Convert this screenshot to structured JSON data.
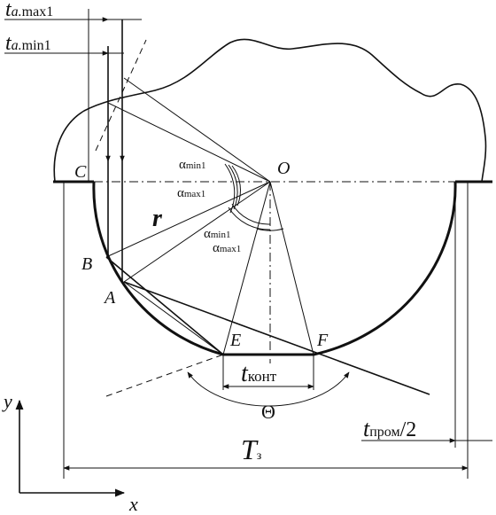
{
  "labels": {
    "ta_max": "t",
    "ta_max_sub": "a.",
    "ta_max_sub2": "max1",
    "ta_min": "t",
    "ta_min_sub": "a.",
    "ta_min_sub2": "min1",
    "C": "C",
    "O": "O",
    "B": "B",
    "A": "A",
    "E": "E",
    "F": "F",
    "r": "r",
    "alpha1": "α",
    "alpha1_sub": "min1",
    "alpha2": "α",
    "alpha2_sub": "max1",
    "alpha3": "α",
    "alpha3_sub": "min1",
    "alpha4": "α",
    "alpha4_sub": "max1",
    "t_kont": "t",
    "t_kont_sub": "конт",
    "theta": "Θ",
    "t_prom": "t",
    "t_prom_sub": "пром",
    "t_prom_tail": "/2",
    "T_z": "T",
    "T_z_sub": "з",
    "axis_y": "y",
    "axis_x": "x"
  }
}
